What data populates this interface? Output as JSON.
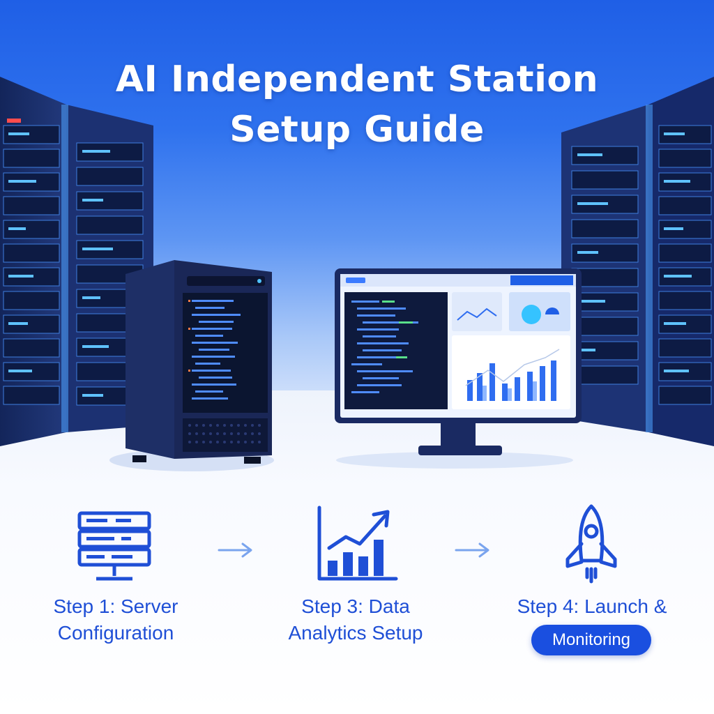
{
  "header": {
    "title_line1": "AI Independent Station",
    "title_line2": "Setup Guide"
  },
  "steps": [
    {
      "icon": "server-icon",
      "line1": "Step 1: Server",
      "line2": "Configuration"
    },
    {
      "icon": "analytics-chart-icon",
      "line1": "Step 3: Data",
      "line2": "Analytics Setup"
    },
    {
      "icon": "rocket-icon",
      "line1": "Step 4: Launch &",
      "badge": "Monitoring"
    }
  ],
  "colors": {
    "sky_top": "#1f5fe6",
    "accent": "#1a4fe0",
    "step_text": "#1f4fd6",
    "rack_body": "#1b2f6b"
  }
}
